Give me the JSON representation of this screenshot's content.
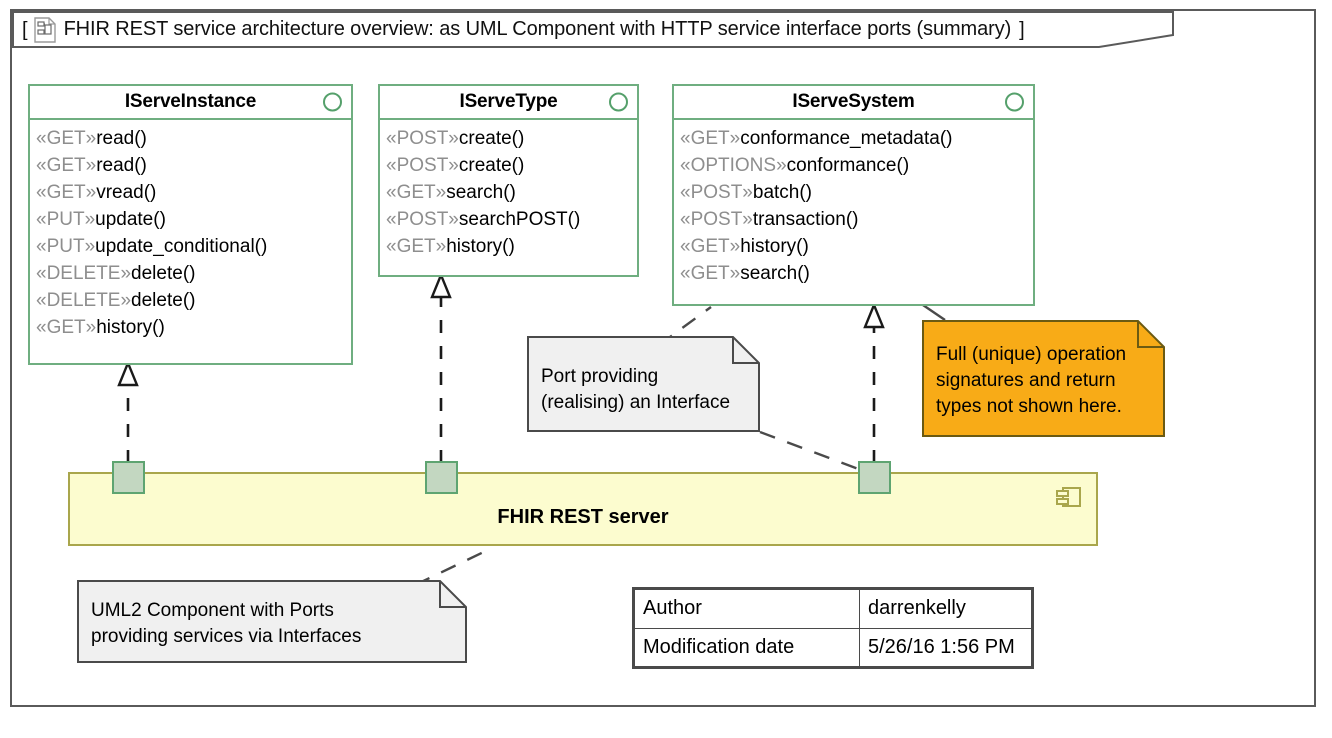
{
  "frame": {
    "title_bracket_open": "[",
    "title_bracket_close": "]",
    "title": "FHIR REST service architecture overview: as UML Component with HTTP service interface ports (summary)",
    "icon": "diagram-document-icon"
  },
  "interfaces": [
    {
      "name": "IServeInstance",
      "icon": "interface-lollipop-icon",
      "operations": [
        {
          "stereotype": "«GET»",
          "name": "read()"
        },
        {
          "stereotype": "«GET»",
          "name": "read()"
        },
        {
          "stereotype": "«GET»",
          "name": "vread()"
        },
        {
          "stereotype": "«PUT»",
          "name": "update()"
        },
        {
          "stereotype": "«PUT»",
          "name": "update_conditional()"
        },
        {
          "stereotype": "«DELETE»",
          "name": "delete()"
        },
        {
          "stereotype": "«DELETE»",
          "name": "delete()"
        },
        {
          "stereotype": "«GET»",
          "name": "history()"
        }
      ]
    },
    {
      "name": "IServeType",
      "icon": "interface-lollipop-icon",
      "operations": [
        {
          "stereotype": "«POST»",
          "name": "create()"
        },
        {
          "stereotype": "«POST»",
          "name": "create()"
        },
        {
          "stereotype": "«GET»",
          "name": "search()"
        },
        {
          "stereotype": "«POST»",
          "name": "searchPOST()"
        },
        {
          "stereotype": "«GET»",
          "name": "history()"
        }
      ]
    },
    {
      "name": "IServeSystem",
      "icon": "interface-lollipop-icon",
      "operations": [
        {
          "stereotype": "«GET»",
          "name": "conformance_metadata()"
        },
        {
          "stereotype": "«OPTIONS»",
          "name": "conformance()"
        },
        {
          "stereotype": "«POST»",
          "name": "batch()"
        },
        {
          "stereotype": "«POST»",
          "name": "transaction()"
        },
        {
          "stereotype": "«GET»",
          "name": "history()"
        },
        {
          "stereotype": "«GET»",
          "name": "search()"
        }
      ]
    }
  ],
  "component": {
    "label": "FHIR REST server",
    "icon": "uml-component-icon",
    "ports": [
      "port-serve-instance",
      "port-serve-type",
      "port-serve-system"
    ]
  },
  "notes": [
    {
      "id": "note-port-interface",
      "text": "Port providing\n(realising) an Interface",
      "color": "#f0f0f0"
    },
    {
      "id": "note-signatures",
      "text": "Full (unique) operation\nsignatures and return\ntypes not shown here.",
      "color": "#f8ab17"
    },
    {
      "id": "note-component-ports",
      "text": "UML2 Component with Ports\nproviding services via Interfaces",
      "color": "#f0f0f0"
    }
  ],
  "info_table": {
    "rows": [
      {
        "key": "Author",
        "value": "darrenkelly"
      },
      {
        "key": "Modification date",
        "value": "5/26/16 1:56 PM"
      }
    ]
  },
  "colors": {
    "interface_border": "#6fae80",
    "component_fill": "#fcfccf",
    "component_border": "#a9a64c",
    "port_fill": "#c3d7c1",
    "port_border": "#5ea471",
    "note_fill": "#f0f0f0",
    "note_orange": "#f8ab17",
    "stereotype_text": "#8e8e8e",
    "frame_border": "#5a5a5a"
  }
}
